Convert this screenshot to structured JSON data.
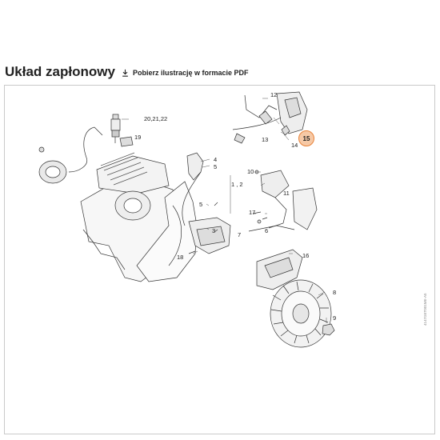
{
  "header": {
    "title": "Układ zapłonowy",
    "download_label": "Pobierz ilustrację w formacie PDF",
    "download_icon": "download-icon"
  },
  "diagram": {
    "labels": {
      "p12": "12",
      "p13": "13",
      "p14": "14",
      "p15": "15",
      "p20": "20,21,22",
      "p19": "19",
      "p4": "4",
      "p5": "5",
      "p3": "3",
      "p12b": "1 , 2",
      "p10": "10",
      "p11": "11",
      "p17": "17",
      "p6": "6",
      "p7": "7",
      "p16": "16",
      "p18": "18",
      "p8": "8",
      "p9": "9"
    },
    "highlighted_part": "15",
    "highlight_color": "#f6c9a6",
    "doc_code": "4147GET001ME-A5"
  }
}
